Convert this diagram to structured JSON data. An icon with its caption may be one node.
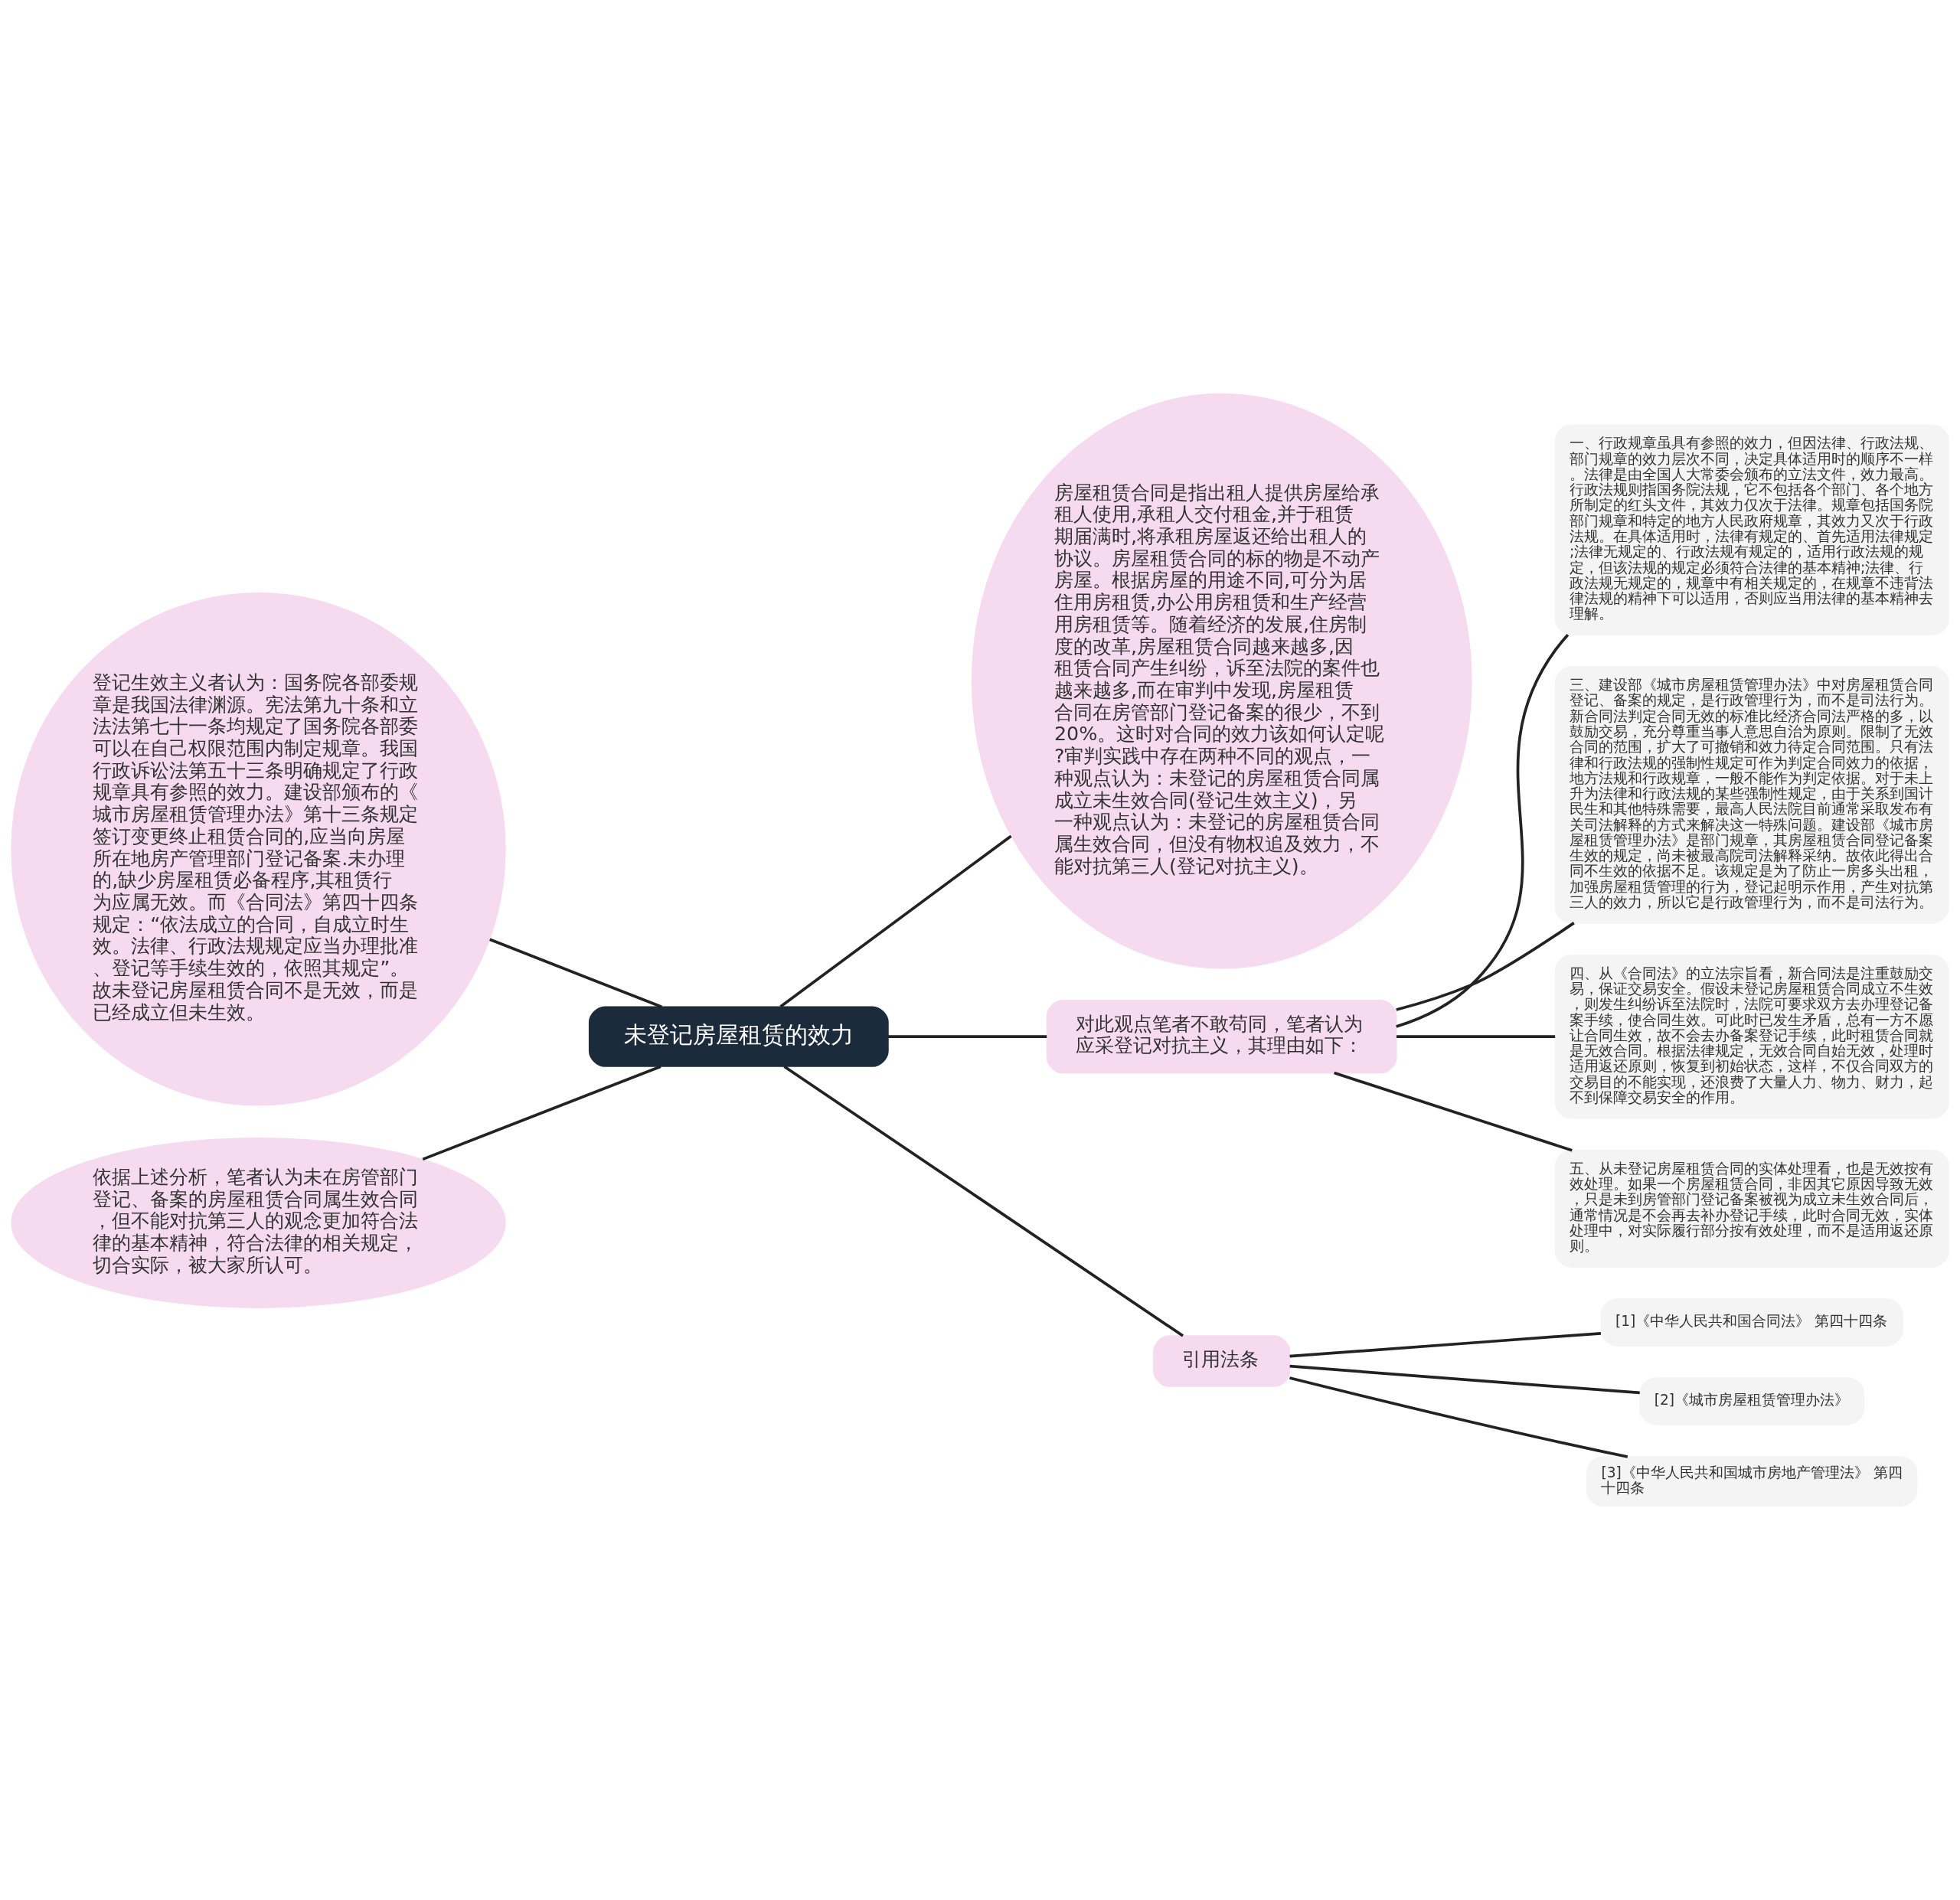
{
  "diagram": {
    "nodes": [
      {
        "text": [
          "未登记房屋租赁的效力"
        ]
      },
      {
        "text": [
          "房屋租赁合同是指出租人提供房屋给承租人使用,承租人交付租金,并于租赁期届满时,将承租房屋返还给出租人的协议。房屋租赁合同的标的物是不动产房屋。根据房屋的用途不同,可分为居住用房租赁,办公用房租赁和生产经营用房租赁等。随着经济的发展,住房制度的改革,房屋租赁合同越来越多,因租赁合同产生纠纷，诉至法院的案件也越来越多,而在审判中发现,房屋租赁合同在房管部门登记备案的很少，不到20%。这时对合同的效力该如何认定呢?审判实践中存在两种不同的观点，一种观点认为：未登记的房屋租赁合同属成立未生效合同(登记生效主义)，另一种观点认为：未登记的房屋租赁合同属生效合同，但没有物权追及效力，不能对抗第三人(登记对抗主义)。"
        ]
      },
      {
        "text": [
          "登记生效主义者认为：国务院各部委规章是我国法律渊源。宪法第九十条和立法法第七十一条均规定了国务院各部委可以在自己权限范围内制定规章。我国行政诉讼法第五十三条明确规定了行政规章具有参照的效力。建设部颁布的《城市房屋租赁管理办法》第十三条规定签订变更终止租赁合同的,应当向房屋所在地房产管理部门登记备案.未办理的,缺少房屋租赁必备程序,其租赁行为应属无效。而《合同法》第四十四条规定：“依法成立的合同，自成立时生效。法律、行政法规规定应当办理批准、登记等手续生效的，依照其规定”。故未登记房屋租赁合同不是无效，而是已经成立但未生效。"
        ]
      },
      {
        "text": [
          "依据上述分析，笔者认为未在房管部门登记、备案的房屋租赁合同属生效合同，但不能对抗第三人的观念更加符合法律的基本精神，符合法律的相关规定，切合实际，被大家所认可。"
        ]
      },
      {
        "text": [
          "对此观点笔者不敢苟同，笔者认为应采登记对抗主义，其理由如下："
        ]
      },
      {
        "text": [
          "一、行政规章虽具有参照的效力，但因法律、行政法规、部门规章的效力层次不同，决定具体适用时的顺序不一样。法律是由全国人大常委会颁布的立法文件，效力最高。行政法规则指国务院法规，它不包括各个部门、各个地方所制定的红头文件，其效力仅次于法律。规章包括国务院部门规章和特定的地方人民政府规章，其效力又次于行政法规。在具体适用时，法律有规定的、首先适用法律规定;法律无规定的、行政法规有规定的，适用行政法规的规定，但该法规的规定必须符合法律的基本精神;法律、行政法规无规定的，规章中有相关规定的，在规章不违背法律法规的精神下可以适用，否则应当用法律的基本精神去理解。"
        ]
      },
      {
        "text": [
          "三、建设部《城市房屋租赁管理办法》中对房屋租赁合同登记、备案的规定，是行政管理行为，而不是司法行为。新合同法判定合同无效的标准比经济合同法严格的多，以鼓励交易，充分尊重当事人意思自治为原则。限制了无效合同的范围，扩大了可撤销和效力待定合同范围。只有法律和行政法规的强制性规定可作为判定合同效力的依据，地方法规和行政规章，一般不能作为判定依据。对于未上升为法律和行政法规的某些强制性规定，由于关系到国计民生和其他特殊需要，最高人民法院目前通常采取发布有关司法解释的方式来解决这一特殊问题。建设部《城市房屋租赁管理办法》是部门规章，其房屋租赁合同登记备案生效的规定，尚未被最高院司法解释采纳。故依此得出合同不生效的依据不足。该规定是为了防止一房多头出租，加强房屋租赁管理的行为，登记起明示作用，产生对抗第三人的效力，所以它是行政管理行为，而不是司法行为。"
        ]
      },
      {
        "text": [
          "四、从《合同法》的立法宗旨看，新合同法是注重鼓励交易，保证交易安全。假设未登记房屋租赁合同成立不生效，则发生纠纷诉至法院时，法院可要求双方去办理登记备案手续，使合同生效。可此时已发生矛盾，总有一方不愿让合同生效，故不会去办备案登记手续，此时租赁合同就是无效合同。根据法律规定，无效合同自始无效，处理时适用返还原则，恢复到初始状态，这样，不仅合同双方的交易目的不能实现，还浪费了大量人力、物力、财力，起不到保障交易安全的作用。"
        ]
      },
      {
        "text": [
          "五、从未登记房屋租赁合同的实体处理看，也是无效按有效处理。如果一个房屋租赁合同，非因其它原因导致无效，只是未到房管部门登记备案被视为成立未生效合同后，通常情况是不会再去补办登记手续，此时合同无效，实体处理中，对实际履行部分按有效处理，而不是适用返还原则。"
        ]
      },
      {
        "text": [
          "引用法条"
        ]
      },
      {
        "text": [
          "[1]《中华人民共和国合同法》 第四十四条"
        ]
      },
      {
        "text": [
          "[2]《城市房屋租赁管理办法》"
        ]
      },
      {
        "text": [
          "[3]《中华人民共和国城市房地产管理法》 第四十四条"
        ]
      }
    ],
    "edges": [
      {
        "from": 0,
        "to": 1,
        "arrow": "none"
      },
      {
        "from": 0,
        "to": 2,
        "arrow": "none"
      },
      {
        "from": 0,
        "to": 3,
        "arrow": "none"
      },
      {
        "from": 0,
        "to": 4,
        "arrow": "none"
      },
      {
        "from": 4,
        "to": 5,
        "arrow": "none"
      },
      {
        "from": 4,
        "to": 6,
        "arrow": "none"
      },
      {
        "from": 4,
        "to": 7,
        "arrow": "none"
      },
      {
        "from": 4,
        "to": 8,
        "arrow": "none"
      },
      {
        "from": 0,
        "to": 9,
        "arrow": "none"
      },
      {
        "from": 9,
        "to": 10,
        "arrow": "none"
      },
      {
        "from": 9,
        "to": 11,
        "arrow": "none"
      },
      {
        "from": 9,
        "to": 12,
        "arrow": "none"
      }
    ]
  }
}
